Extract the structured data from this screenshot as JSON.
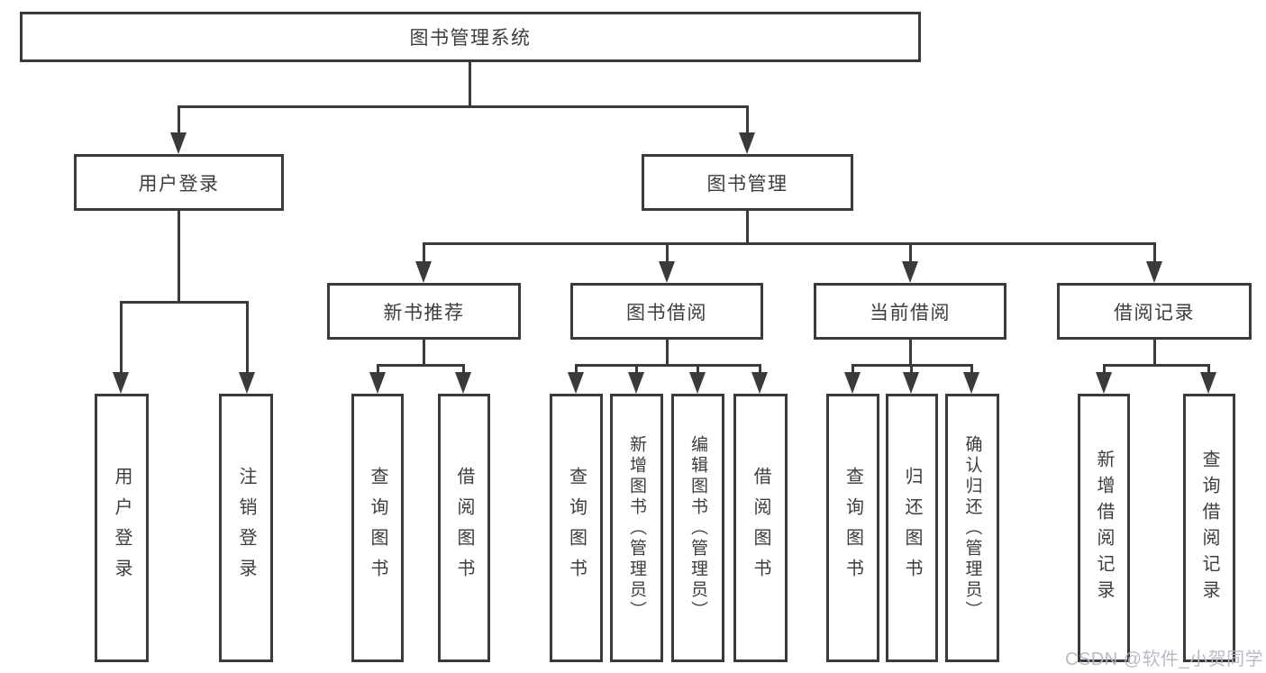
{
  "diagram": {
    "root": {
      "label": "图书管理系统"
    },
    "children": [
      {
        "label": "用户登录",
        "children": [
          {
            "label": "用户登录"
          },
          {
            "label": "注销登录"
          }
        ]
      },
      {
        "label": "图书管理",
        "children": [
          {
            "label": "新书推荐",
            "children": [
              {
                "label": "查询图书"
              },
              {
                "label": "借阅图书"
              }
            ]
          },
          {
            "label": "图书借阅",
            "children": [
              {
                "label": "查询图书"
              },
              {
                "label": "新增图书（管理员）"
              },
              {
                "label": "编辑图书（管理员）"
              },
              {
                "label": "借阅图书"
              }
            ]
          },
          {
            "label": "当前借阅",
            "children": [
              {
                "label": "查询图书"
              },
              {
                "label": "归还图书"
              },
              {
                "label": "确认归还（管理员）"
              }
            ]
          },
          {
            "label": "借阅记录",
            "children": [
              {
                "label": "新增借阅记录"
              },
              {
                "label": "查询借阅记录"
              }
            ]
          }
        ]
      }
    ]
  },
  "colors": {
    "line": "#3a3a3a",
    "text": "#3d3d3d",
    "watermark": "#b7b7c3",
    "background": "#ffffff"
  },
  "watermark": {
    "text": "CSDN @软件_小贺同学"
  }
}
